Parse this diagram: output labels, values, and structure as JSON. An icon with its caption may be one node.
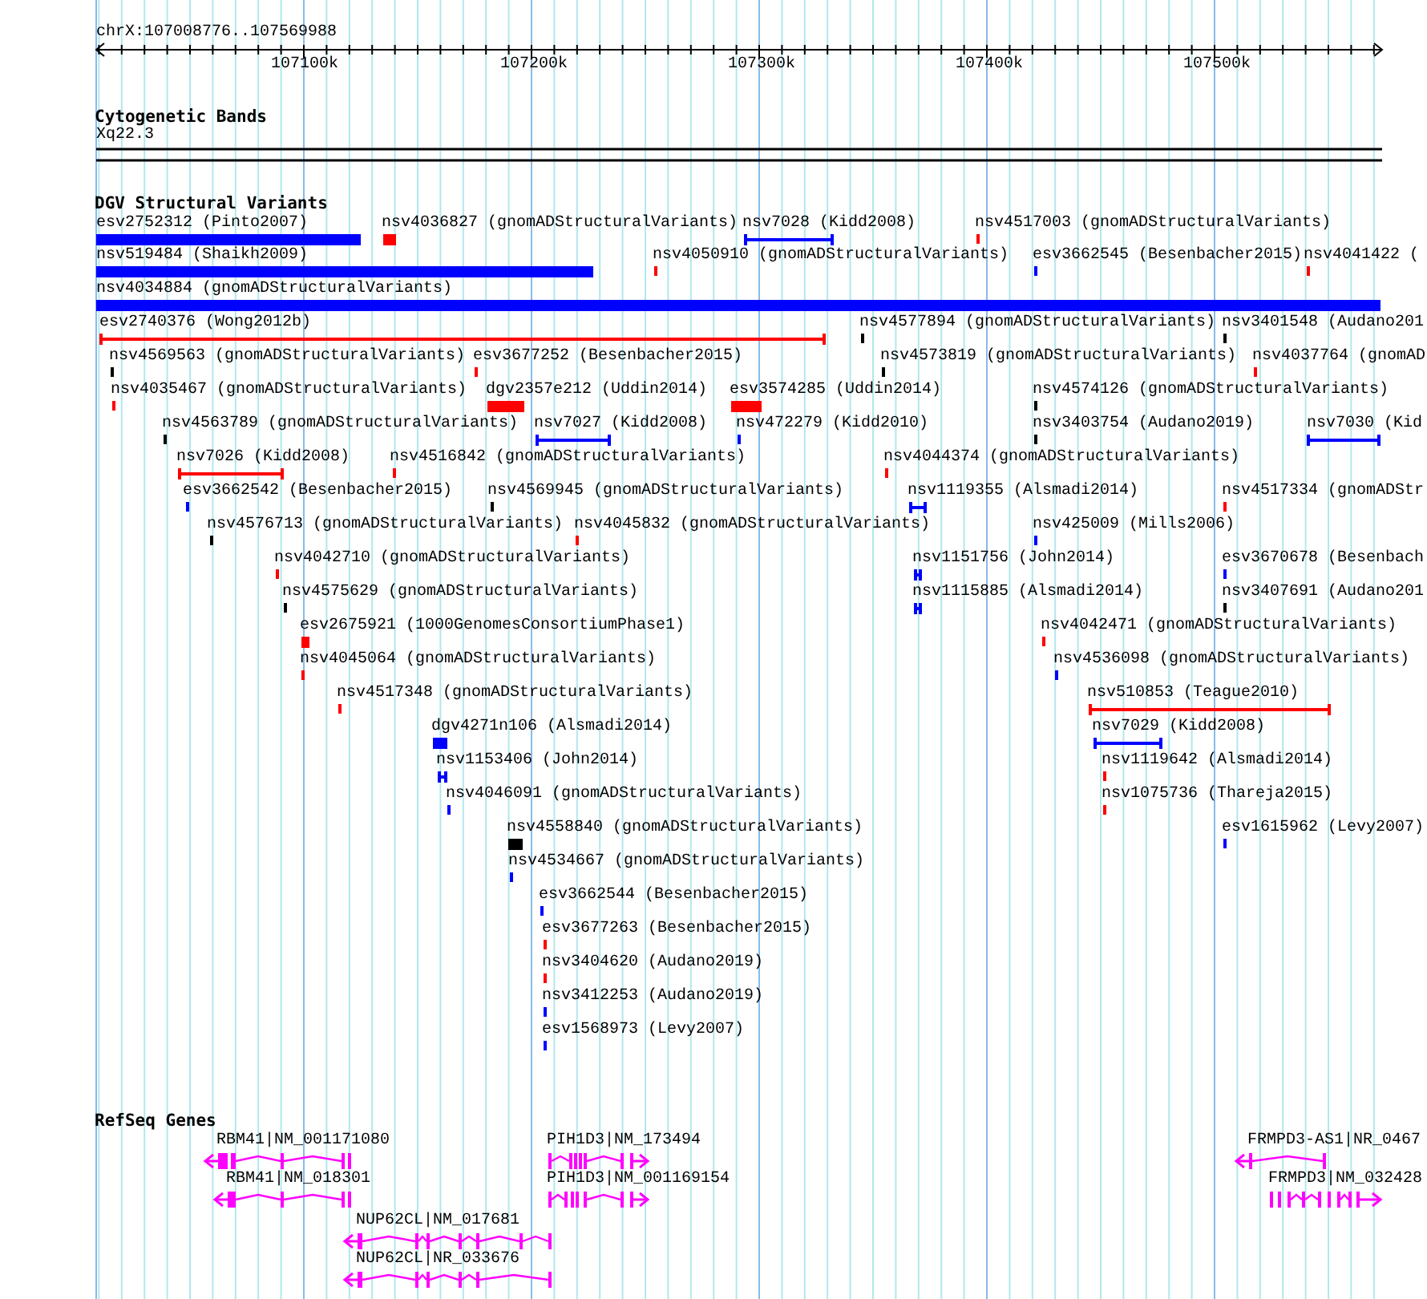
{
  "diagram": {
    "nodes": [
      {
        "text": [],
        "shape": "bar",
        "beside": [
          "esv2752312 (Pinto2007)"
        ]
      },
      {
        "text": [],
        "shape": "bar",
        "beside": [
          "nsv4036827 (gnomADStructuralVariants)"
        ]
      },
      {
        "text": [],
        "shape": "bar",
        "beside": [
          "nsv7028 (Kidd2008)"
        ]
      },
      {
        "text": [],
        "shape": "bar",
        "beside": [
          "nsv4517003 (gnomADStructuralVariants)"
        ]
      },
      {
        "text": [],
        "shape": "bar",
        "beside": [
          "nsv519484 (Shaikh2009)"
        ]
      },
      {
        "text": [],
        "shape": "bar",
        "beside": [
          "nsv4050910 (gnomADStructuralVariants)"
        ]
      },
      {
        "text": [],
        "shape": "bar",
        "beside": [
          "esv3662545 (Besenbacher2015)"
        ]
      },
      {
        "text": [],
        "shape": "bar",
        "beside": [
          "nsv4041422 ("
        ]
      },
      {
        "text": [],
        "shape": "bar",
        "beside": [
          "nsv4034884 (gnomADStructuralVariants)"
        ]
      },
      {
        "text": [],
        "shape": "bar",
        "beside": [
          "esv2740376 (Wong2012b)"
        ]
      },
      {
        "text": [],
        "shape": "bar",
        "beside": [
          "nsv4577894 (gnomADStructuralVariants)"
        ]
      },
      {
        "text": [],
        "shape": "bar",
        "beside": [
          "nsv3401548 (Audano201"
        ]
      },
      {
        "text": [],
        "shape": "bar",
        "beside": [
          "nsv4569563 (gnomADStructuralVariants)"
        ]
      },
      {
        "text": [],
        "shape": "bar",
        "beside": [
          "esv3677252 (Besenbacher2015)"
        ]
      },
      {
        "text": [],
        "shape": "bar",
        "beside": [
          "nsv4573819 (gnomADStructuralVariants)"
        ]
      },
      {
        "text": [],
        "shape": "bar",
        "beside": [
          "nsv4037764 (gnomAD"
        ]
      },
      {
        "text": [],
        "shape": "bar",
        "beside": [
          "nsv4035467 (gnomADStructuralVariants)"
        ]
      },
      {
        "text": [],
        "shape": "bar",
        "beside": [
          "dgv2357e212 (Uddin2014)"
        ]
      },
      {
        "text": [],
        "shape": "bar",
        "beside": [
          "esv3574285 (Uddin2014)"
        ]
      },
      {
        "text": [],
        "shape": "bar",
        "beside": [
          "nsv4574126 (gnomADStructuralVariants)"
        ]
      },
      {
        "text": [],
        "shape": "bar",
        "beside": [
          "nsv4563789 (gnomADStructuralVariants)"
        ]
      },
      {
        "text": [],
        "shape": "bar",
        "beside": [
          "nsv7027 (Kidd2008)"
        ]
      },
      {
        "text": [],
        "shape": "bar",
        "beside": [
          "nsv472279 (Kidd2010)"
        ]
      },
      {
        "text": [],
        "shape": "bar",
        "beside": [
          "nsv3403754 (Audano2019)"
        ]
      },
      {
        "text": [],
        "shape": "bar",
        "beside": [
          "nsv7030 (Kid"
        ]
      },
      {
        "text": [],
        "shape": "bar",
        "beside": [
          "nsv7026 (Kidd2008)"
        ]
      },
      {
        "text": [],
        "shape": "bar",
        "beside": [
          "nsv4516842 (gnomADStructuralVariants)"
        ]
      },
      {
        "text": [],
        "shape": "bar",
        "beside": [
          "nsv4044374 (gnomADStructuralVariants)"
        ]
      },
      {
        "text": [],
        "shape": "bar",
        "beside": [
          "esv3662542 (Besenbacher2015)"
        ]
      },
      {
        "text": [],
        "shape": "bar",
        "beside": [
          "nsv4569945 (gnomADStructuralVariants)"
        ]
      },
      {
        "text": [],
        "shape": "bar",
        "beside": [
          "nsv1119355 (Alsmadi2014)"
        ]
      },
      {
        "text": [],
        "shape": "bar",
        "beside": [
          "nsv4517334 (gnomADStr"
        ]
      },
      {
        "text": [],
        "shape": "bar",
        "beside": [
          "nsv4576713 (gnomADStructuralVariants)"
        ]
      },
      {
        "text": [],
        "shape": "bar",
        "beside": [
          "nsv4045832 (gnomADStructuralVariants)"
        ]
      },
      {
        "text": [],
        "shape": "bar",
        "beside": [
          "nsv425009 (Mills2006)"
        ]
      },
      {
        "text": [],
        "shape": "bar",
        "beside": [
          "nsv4042710 (gnomADStructuralVariants)"
        ]
      },
      {
        "text": [],
        "shape": "bar",
        "beside": [
          "nsv1151756 (John2014)"
        ]
      },
      {
        "text": [],
        "shape": "bar",
        "beside": [
          "esv3670678 (Besenbach"
        ]
      },
      {
        "text": [],
        "shape": "bar",
        "beside": [
          "nsv4575629 (gnomADStructuralVariants)"
        ]
      },
      {
        "text": [],
        "shape": "bar",
        "beside": [
          "nsv1115885 (Alsmadi2014)"
        ]
      },
      {
        "text": [],
        "shape": "bar",
        "beside": [
          "nsv3407691 (Audano201"
        ]
      },
      {
        "text": [],
        "shape": "bar",
        "beside": [
          "esv2675921 (1000GenomesConsortiumPhase1)"
        ]
      },
      {
        "text": [],
        "shape": "bar",
        "beside": [
          "nsv4042471 (gnomADStructuralVariants)"
        ]
      },
      {
        "text": [],
        "shape": "bar",
        "beside": [
          "nsv4045064 (gnomADStructuralVariants)"
        ]
      },
      {
        "text": [],
        "shape": "bar",
        "beside": [
          "nsv4536098 (gnomADStructuralVariants)"
        ]
      },
      {
        "text": [],
        "shape": "bar",
        "beside": [
          "nsv4517348 (gnomADStructuralVariants)"
        ]
      },
      {
        "text": [],
        "shape": "bar",
        "beside": [
          "nsv510853 (Teague2010)"
        ]
      },
      {
        "text": [],
        "shape": "bar",
        "beside": [
          "dgv4271n106 (Alsmadi2014)"
        ]
      },
      {
        "text": [],
        "shape": "bar",
        "beside": [
          "nsv7029 (Kidd2008)"
        ]
      },
      {
        "text": [],
        "shape": "bar",
        "beside": [
          "nsv1153406 (John2014)"
        ]
      },
      {
        "text": [],
        "shape": "bar",
        "beside": [
          "nsv1119642 (Alsmadi2014)"
        ]
      },
      {
        "text": [],
        "shape": "bar",
        "beside": [
          "nsv4046091 (gnomADStructuralVariants)"
        ]
      },
      {
        "text": [],
        "shape": "bar",
        "beside": [
          "nsv1075736 (Thareja2015)"
        ]
      },
      {
        "text": [],
        "shape": "bar",
        "beside": [
          "nsv4558840 (gnomADStructuralVariants)"
        ]
      },
      {
        "text": [],
        "shape": "bar",
        "beside": [
          "esv1615962 (Levy2007)"
        ]
      },
      {
        "text": [],
        "shape": "bar",
        "beside": [
          "nsv4534667 (gnomADStructuralVariants)"
        ]
      },
      {
        "text": [],
        "shape": "bar",
        "beside": [
          "esv3662544 (Besenbacher2015)"
        ]
      },
      {
        "text": [],
        "shape": "bar",
        "beside": [
          "esv3677263 (Besenbacher2015)"
        ]
      },
      {
        "text": [],
        "shape": "bar",
        "beside": [
          "nsv3404620 (Audano2019)"
        ]
      },
      {
        "text": [],
        "shape": "bar",
        "beside": [
          "nsv3412253 (Audano2019)"
        ]
      },
      {
        "text": [],
        "shape": "bar",
        "beside": [
          "esv1568973 (Levy2007)"
        ]
      },
      {
        "text": [],
        "shape": "bar",
        "beside": [
          "RBM41|NM_001171080"
        ]
      },
      {
        "text": [],
        "shape": "bar",
        "beside": [
          "RBM41|NM_018301"
        ]
      },
      {
        "text": [],
        "shape": "bar",
        "beside": [
          "PIH1D3|NM_173494"
        ]
      },
      {
        "text": [],
        "shape": "bar",
        "beside": [
          "PIH1D3|NM_001169154"
        ]
      },
      {
        "text": [],
        "shape": "bar",
        "beside": [
          "NUP62CL|NM_017681"
        ]
      },
      {
        "text": [],
        "shape": "bar",
        "beside": [
          "NUP62CL|NR_033676"
        ]
      },
      {
        "text": [],
        "shape": "bar",
        "beside": [
          "FRMPD3-AS1|NR_0467"
        ]
      },
      {
        "text": [],
        "shape": "bar",
        "beside": [
          "FRMPD3|NM_032428"
        ]
      }
    ],
    "labels": [
      "chrX:107008776..107569988",
      "107100k",
      "107200k",
      "107300k",
      "107400k",
      "107500k",
      "Cytogenetic Bands",
      "Xq22.3",
      "DGV Structural Variants",
      "RefSeq Genes"
    ]
  }
}
